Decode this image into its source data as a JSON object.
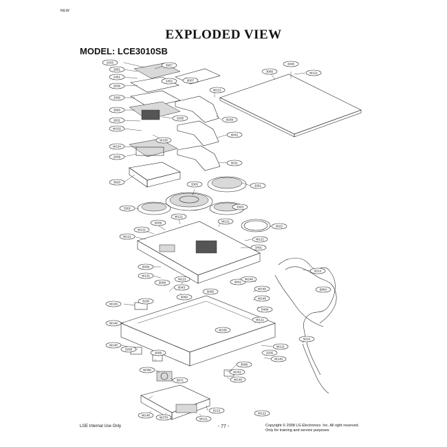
{
  "header": {
    "corner_tag": "NEW",
    "title": "EXPLODED VIEW",
    "model": "MODEL: LCE3010SB"
  },
  "callouts": [
    {
      "id": "c1",
      "text": "2003"
    },
    {
      "id": "c2",
      "text": "2851"
    },
    {
      "id": "c3",
      "text": "3957"
    },
    {
      "id": "c4",
      "text": "2451"
    },
    {
      "id": "c5",
      "text": "2452"
    },
    {
      "id": "c6",
      "text": "6007"
    },
    {
      "id": "c7",
      "text": "2836"
    },
    {
      "id": "c8",
      "text": "3300"
    },
    {
      "id": "c9",
      "text": "3950"
    },
    {
      "id": "c10",
      "text": "2831"
    },
    {
      "id": "c11",
      "text": "W102"
    },
    {
      "id": "c12",
      "text": "2005"
    },
    {
      "id": "c13",
      "text": "W105"
    },
    {
      "id": "c14",
      "text": "W104"
    },
    {
      "id": "c15",
      "text": "2009"
    },
    {
      "id": "c16",
      "text": "3400"
    },
    {
      "id": "c17",
      "text": "W121"
    },
    {
      "id": "c18",
      "text": "3066"
    },
    {
      "id": "c19",
      "text": "W121"
    },
    {
      "id": "c20",
      "text": "6038"
    },
    {
      "id": "c21",
      "text": "6042"
    },
    {
      "id": "c22",
      "text": "6031"
    },
    {
      "id": "c23",
      "text": "3920"
    },
    {
      "id": "c24",
      "text": "3303"
    },
    {
      "id": "c25",
      "text": "3301"
    },
    {
      "id": "c26",
      "text": "3302"
    },
    {
      "id": "c27",
      "text": "3303"
    },
    {
      "id": "c28",
      "text": "W121"
    },
    {
      "id": "c29",
      "text": "6009"
    },
    {
      "id": "c30",
      "text": "W121"
    },
    {
      "id": "c31",
      "text": "W121"
    },
    {
      "id": "c32",
      "text": "W121"
    },
    {
      "id": "c33",
      "text": "3022"
    },
    {
      "id": "c34",
      "text": "W121"
    },
    {
      "id": "c35",
      "text": "3401"
    },
    {
      "id": "c36",
      "text": "5006"
    },
    {
      "id": "c37",
      "text": "W131"
    },
    {
      "id": "c38",
      "text": "6008"
    },
    {
      "id": "c39",
      "text": "W121"
    },
    {
      "id": "c40",
      "text": "6043"
    },
    {
      "id": "c41",
      "text": "6041"
    },
    {
      "id": "c42",
      "text": "W248"
    },
    {
      "id": "c43",
      "text": "5014"
    },
    {
      "id": "c44",
      "text": "W146"
    },
    {
      "id": "c45",
      "text": "3206"
    },
    {
      "id": "c46",
      "text": "6060"
    },
    {
      "id": "c47",
      "text": "6065"
    },
    {
      "id": "c48",
      "text": "W145"
    },
    {
      "id": "c49",
      "text": "6884"
    },
    {
      "id": "c50",
      "text": "5408"
    },
    {
      "id": "c51",
      "text": "W149"
    },
    {
      "id": "c52",
      "text": "W121"
    },
    {
      "id": "c53",
      "text": "W235"
    },
    {
      "id": "c54",
      "text": "5010"
    },
    {
      "id": "c55",
      "text": "W148"
    },
    {
      "id": "c56",
      "text": "3208"
    },
    {
      "id": "c57",
      "text": "W121"
    },
    {
      "id": "c58",
      "text": "3099"
    },
    {
      "id": "c59",
      "text": "W149"
    },
    {
      "id": "c60",
      "text": "3205"
    },
    {
      "id": "c61",
      "text": "W149"
    },
    {
      "id": "c62",
      "text": "W300"
    },
    {
      "id": "c63",
      "text": "3099"
    },
    {
      "id": "c64",
      "text": "W202"
    },
    {
      "id": "c65",
      "text": "6971"
    },
    {
      "id": "c66",
      "text": "W148"
    },
    {
      "id": "c67",
      "text": "6213"
    },
    {
      "id": "c68",
      "text": "W148"
    },
    {
      "id": "c69",
      "text": "W278"
    },
    {
      "id": "c70",
      "text": "W121"
    },
    {
      "id": "c71",
      "text": "W121"
    }
  ],
  "footer": {
    "left": "LGE Internal Use Only",
    "page": "- 77 -",
    "right_line1": "Copyright © 2008 LG Electronics. Inc. All right reserved.",
    "right_line2": "Only for training and service purposes"
  }
}
